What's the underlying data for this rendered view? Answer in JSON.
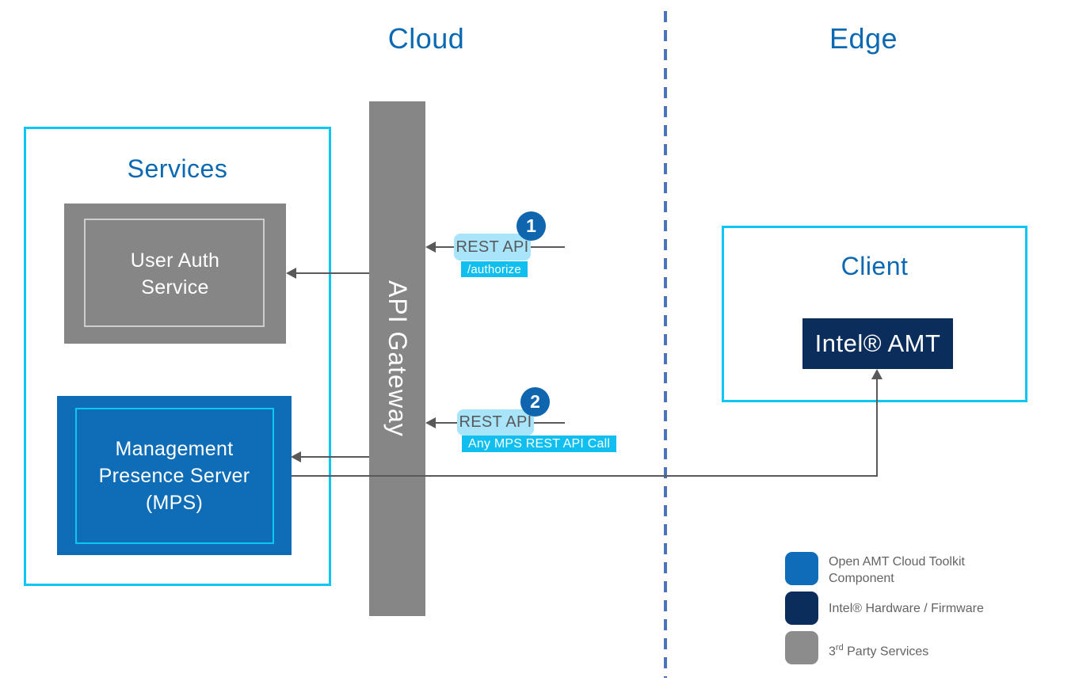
{
  "titles": {
    "cloud": "Cloud",
    "edge": "Edge"
  },
  "services": {
    "title": "Services",
    "user_auth": {
      "line1": "User Auth",
      "line2": "Service"
    },
    "mps": {
      "line1": "Management",
      "line2": "Presence Server",
      "line3": "(MPS)"
    }
  },
  "gateway": {
    "label": "API Gateway"
  },
  "client": {
    "title": "Client",
    "amt_label": "Intel® AMT"
  },
  "flows": [
    {
      "number": "1",
      "label": "REST API",
      "detail": "/authorize"
    },
    {
      "number": "2",
      "label": "REST API",
      "detail": "Any MPS REST API Call"
    }
  ],
  "legend": {
    "items": [
      {
        "label": "Open AMT Cloud Toolkit Component",
        "color": "#0F6CB8"
      },
      {
        "label": "Intel® Hardware / Firmware",
        "color": "#0B2D5C"
      },
      {
        "label_prefix": "3",
        "label_sup": "rd",
        "label_suffix": " Party Services",
        "color": "#8C8C8C"
      }
    ]
  },
  "colors": {
    "title_blue": "#0A69B2",
    "cyan_border": "#0DC6F2",
    "mps_blue": "#0E6DB6",
    "amt_navy": "#0B2D5C",
    "gray_fill": "#868686",
    "line_gray": "#58595B",
    "flow_label_bg": "#A8E4FA",
    "flow_detail_bg": "#10BFEF",
    "flow_circle_blue": "#0F66AE",
    "divider_blue": "#4C74B8",
    "legend_text": "#636363"
  }
}
